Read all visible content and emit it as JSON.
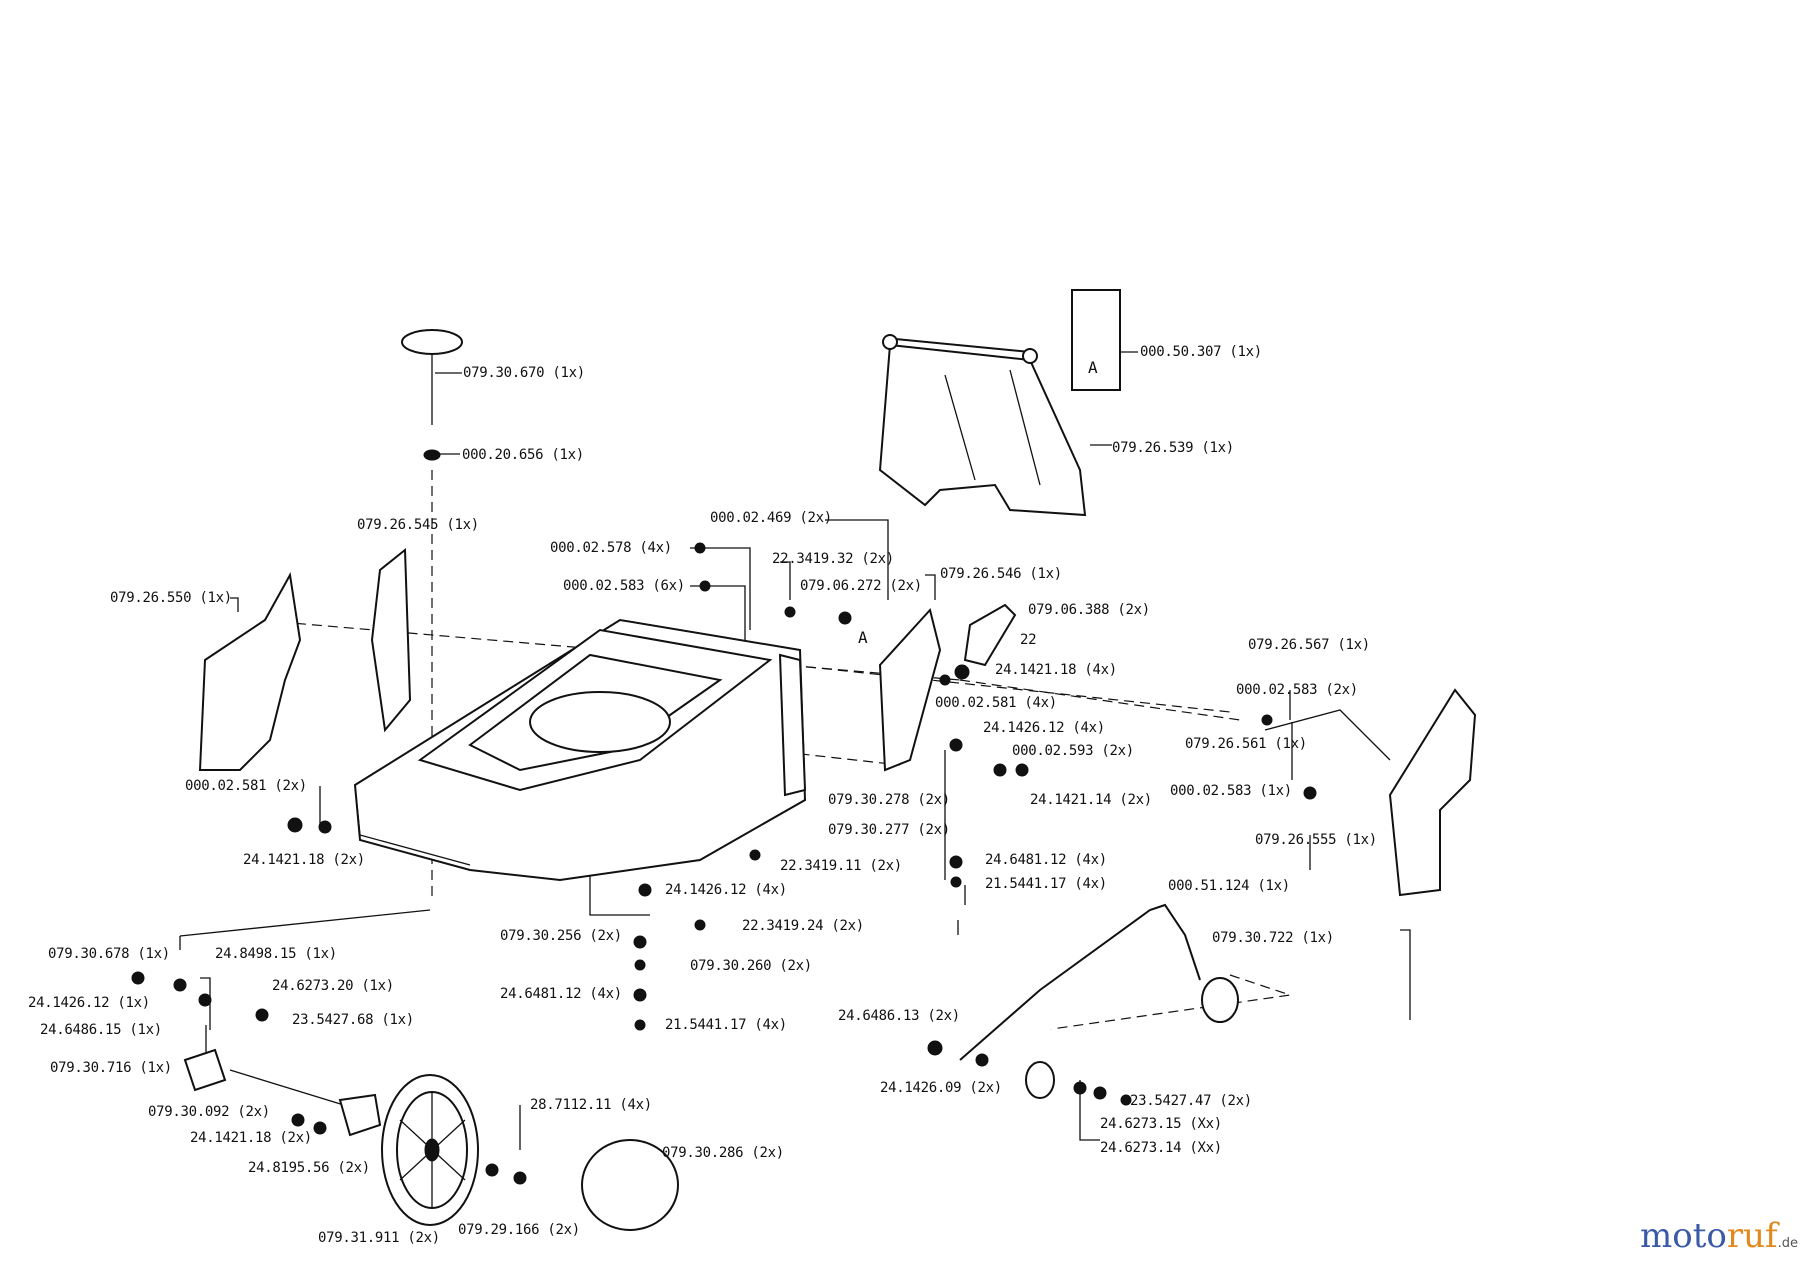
{
  "diagram": {
    "labels": [
      {
        "id": "p1",
        "text": "079.30.670  (1x)"
      },
      {
        "id": "p2",
        "text": "000.20.656 (1x)"
      },
      {
        "id": "p3",
        "text": "079.26.545  (1x)"
      },
      {
        "id": "p4",
        "text": "079.26.550  (1x)"
      },
      {
        "id": "p5",
        "text": "000.02.578  (4x)"
      },
      {
        "id": "p6",
        "text": "000.02.583  (6x)"
      },
      {
        "id": "p7",
        "text": "000.02.469  (2x)"
      },
      {
        "id": "p8",
        "text": "22.3419.32  (2x)"
      },
      {
        "id": "p9",
        "text": "079.06.272  (2x)"
      },
      {
        "id": "p10",
        "text": "079.26.546  (1x)"
      },
      {
        "id": "p11",
        "text": "079.06.388  (2x)"
      },
      {
        "id": "p12",
        "text": "24.1421.18  (4x)"
      },
      {
        "id": "p13",
        "text": "000.02.581  (4x)"
      },
      {
        "id": "p14",
        "text": "000.50.307  (1x)"
      },
      {
        "id": "p15",
        "text": "079.26.539  (1x)"
      },
      {
        "id": "p16",
        "text": "079.26.567  (1x)"
      },
      {
        "id": "p17",
        "text": "000.02.583  (2x)"
      },
      {
        "id": "p18",
        "text": "079.26.561  (1x)"
      },
      {
        "id": "p19",
        "text": "000.02.583  (1x)"
      },
      {
        "id": "p20",
        "text": "079.26.555  (1x)"
      },
      {
        "id": "p21",
        "text": "24.1426.12  (4x)"
      },
      {
        "id": "p22",
        "text": "000.02.593  (2x)"
      },
      {
        "id": "p23",
        "text": "24.1421.14  (2x)"
      },
      {
        "id": "p24",
        "text": "079.30.278  (2x)"
      },
      {
        "id": "p25",
        "text": "079.30.277  (2x)"
      },
      {
        "id": "p26",
        "text": "24.6481.12  (4x)"
      },
      {
        "id": "p27",
        "text": "21.5441.17  (4x)"
      },
      {
        "id": "p28",
        "text": "000.02.581  (2x)"
      },
      {
        "id": "p29",
        "text": "24.1421.18  (2x)"
      },
      {
        "id": "p30",
        "text": "22.3419.11  (2x)"
      },
      {
        "id": "p31",
        "text": "24.1426.12  (4x)"
      },
      {
        "id": "p32",
        "text": "22.3419.24  (2x)"
      },
      {
        "id": "p33",
        "text": "079.30.256  (2x)"
      },
      {
        "id": "p34",
        "text": "079.30.260  (2x)"
      },
      {
        "id": "p35",
        "text": "24.6481.12  (4x)"
      },
      {
        "id": "p36",
        "text": "21.5441.17  (4x)"
      },
      {
        "id": "p37",
        "text": "000.51.124  (1x)"
      },
      {
        "id": "p38",
        "text": "079.30.722  (1x)"
      },
      {
        "id": "p39",
        "text": "079.30.678  (1x)"
      },
      {
        "id": "p40",
        "text": "24.8498.15  (1x)"
      },
      {
        "id": "p41",
        "text": "24.6273.20  (1x)"
      },
      {
        "id": "p42",
        "text": "24.1426.12  (1x)"
      },
      {
        "id": "p43",
        "text": "24.6486.15  (1x)"
      },
      {
        "id": "p44",
        "text": "23.5427.68  (1x)"
      },
      {
        "id": "p45",
        "text": "079.30.716  (1x)"
      },
      {
        "id": "p46",
        "text": "079.30.092  (2x)"
      },
      {
        "id": "p47",
        "text": "24.1421.18  (2x)"
      },
      {
        "id": "p48",
        "text": "24.8195.56  (2x)"
      },
      {
        "id": "p49",
        "text": "28.7112.11  (4x)"
      },
      {
        "id": "p50",
        "text": "079.30.286  (2x)"
      },
      {
        "id": "p51",
        "text": "079.31.911  (2x)"
      },
      {
        "id": "p52",
        "text": "079.29.166  (2x)"
      },
      {
        "id": "p53",
        "text": "24.6486.13  (2x)"
      },
      {
        "id": "p54",
        "text": "24.1426.09  (2x)"
      },
      {
        "id": "p55",
        "text": "23.5427.47  (2x)"
      },
      {
        "id": "p56",
        "text": "24.6273.15  (Xx)"
      },
      {
        "id": "p57",
        "text": "24.6273.14  (Xx)"
      }
    ],
    "markers": {
      "a1": "A",
      "a2": "A",
      "n22": "22"
    }
  },
  "watermark": {
    "main": "moto",
    "accent": "ruf",
    "tld": ".de"
  }
}
